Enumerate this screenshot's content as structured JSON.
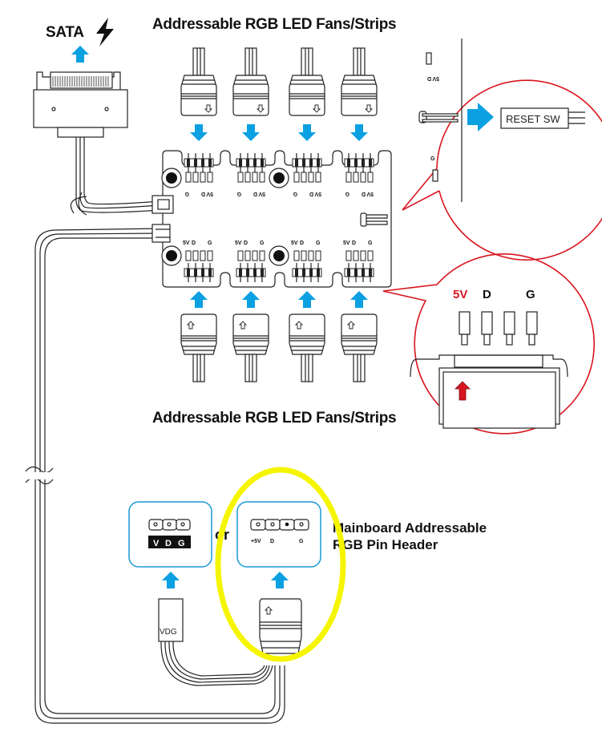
{
  "diagram": {
    "sata_label": "SATA",
    "top_fans_label": "Addressable RGB LED Fans/Strips",
    "bottom_fans_label": "Addressable RGB LED Fans/Strips",
    "reset_switch_label": "RESET SW",
    "zoom_pin_labels": {
      "v5": "5V",
      "d": "D",
      "g": "G"
    },
    "hub_top_pin_labels": [
      "5V",
      "D",
      "G"
    ],
    "hub_bottom_pin_labels": [
      "5V",
      "D",
      "G"
    ],
    "header_vdg": {
      "pins": [
        "V",
        "D",
        "G"
      ]
    },
    "or_label": "or",
    "header_5v": {
      "pins": [
        "+5V",
        "D",
        "G"
      ]
    },
    "mainboard_label_line1": "Mainboard Addressable",
    "mainboard_label_line2": "RGB Pin Header",
    "vdg_connector_label": "VDG",
    "colors": {
      "arrow_blue": "#0aa0e2",
      "callout_red": "#d8161f",
      "highlight_yellow": "#f5f500",
      "header_border_blue": "#1a9ad6"
    }
  }
}
